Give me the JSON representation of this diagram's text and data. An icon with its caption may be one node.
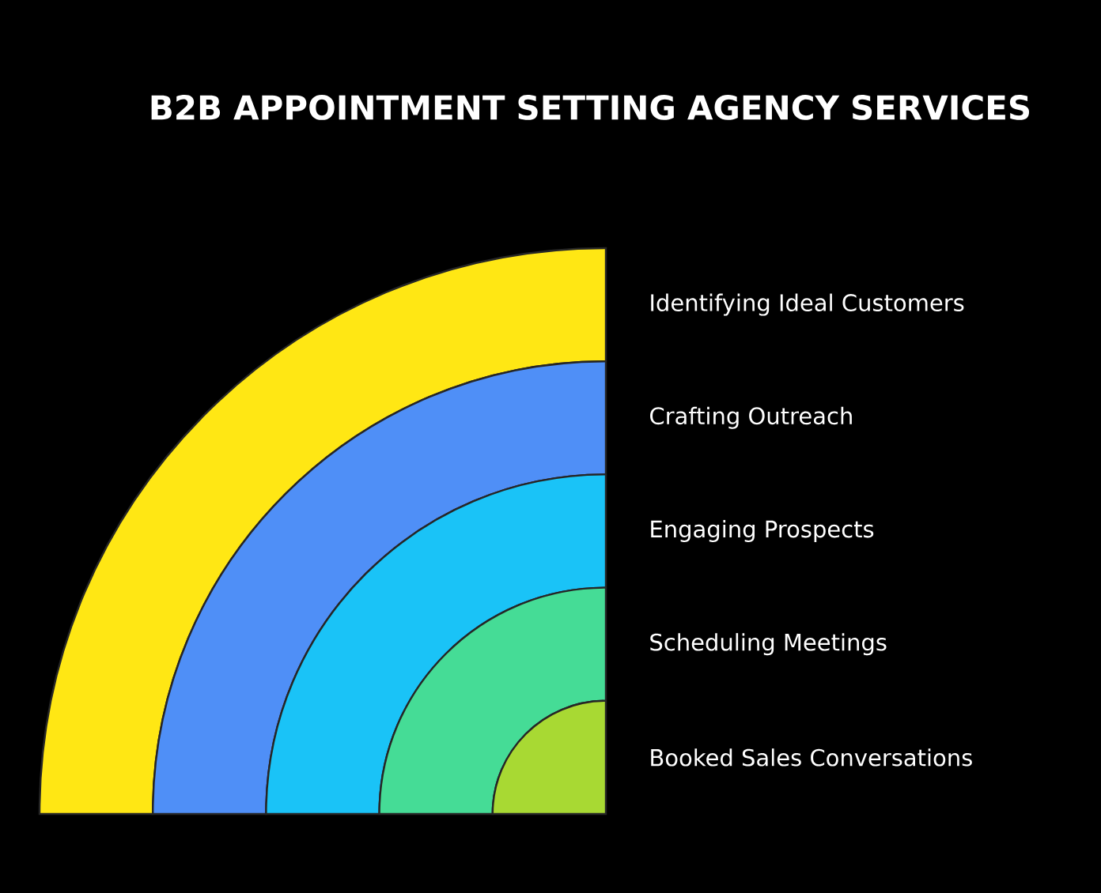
{
  "diagram": {
    "title": "B2B APPOINTMENT SETTING AGENCY SERVICES",
    "nodes": [
      {
        "text": [
          "Identifying Ideal Customers"
        ]
      },
      {
        "text": [
          "Crafting Outreach"
        ]
      },
      {
        "text": [
          "Engaging Prospects"
        ]
      },
      {
        "text": [
          "Scheduling Meetings"
        ]
      },
      {
        "text": [
          "Booked Sales Conversations"
        ]
      }
    ]
  }
}
